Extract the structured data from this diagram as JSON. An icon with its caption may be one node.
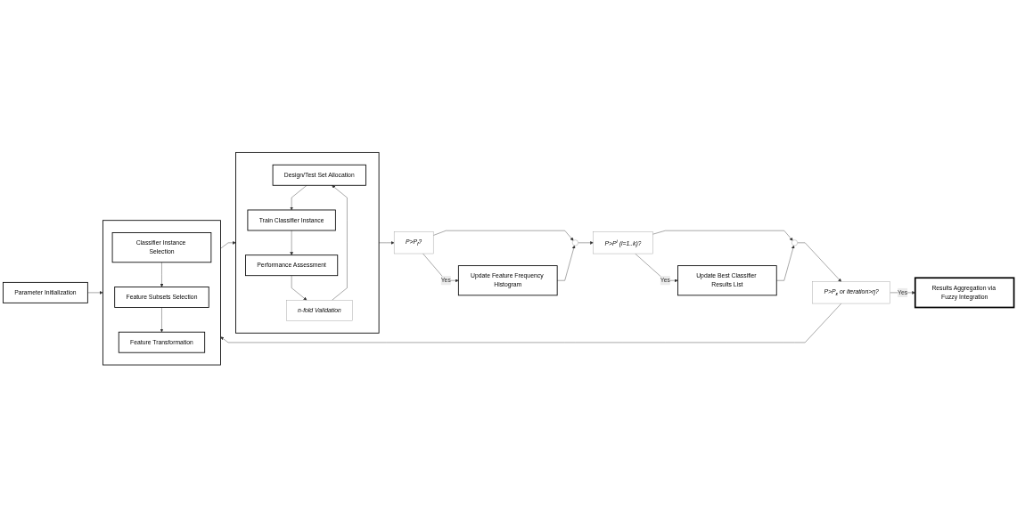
{
  "diagram": {
    "nodes": [
      {
        "text": [
          "Parameter Initialization"
        ]
      },
      {
        "text": [],
        "shape": "box"
      },
      {
        "text": [
          "Classifier Instance Selection"
        ],
        "in": 1
      },
      {
        "text": [
          "Feature Subsets Selection"
        ],
        "in": 1
      },
      {
        "text": [
          "Feature Transformation"
        ],
        "in": 1
      },
      {
        "text": [],
        "shape": "box"
      },
      {
        "text": [
          "Design/Test Set Allocation"
        ],
        "in": 5
      },
      {
        "text": [
          "Train Classifier Instance"
        ],
        "in": 5
      },
      {
        "text": [
          "Performance Assessment"
        ],
        "in": 5
      },
      {
        "text": [
          "n-fold Validation"
        ],
        "in": 5
      },
      {
        "text": [
          "P>P$_{f}$?"
        ]
      },
      {
        "text": [
          "Update Feature Frequency Histogram"
        ]
      },
      {
        "text": [],
        "shape": "circle"
      },
      {
        "text": [
          "P>P$^{i}$ (i=1..k)?"
        ]
      },
      {
        "text": [
          "Update Best Classifier Results List"
        ]
      },
      {
        "text": [],
        "shape": "circle"
      },
      {
        "text": [
          "P>P$_{ε}$ or iteration>η?"
        ]
      },
      {
        "text": [
          "Results Aggregation via Fuzzy Integration"
        ]
      }
    ],
    "edges": [
      {
        "from": 0,
        "to": 1,
        "arrow": "to"
      },
      {
        "from": 2,
        "to": 3,
        "arrow": "to"
      },
      {
        "from": 3,
        "to": 4,
        "arrow": "to"
      },
      {
        "from": 1,
        "to": 5,
        "arrow": "to"
      },
      {
        "from": 6,
        "to": 7,
        "arrow": "to"
      },
      {
        "from": 7,
        "to": 8,
        "arrow": "to"
      },
      {
        "from": 8,
        "to": 9,
        "arrow": "to"
      },
      {
        "from": 9,
        "to": 6,
        "arrow": "to"
      },
      {
        "from": 5,
        "to": 10,
        "arrow": "to"
      },
      {
        "from": 10,
        "to": 11,
        "arrow": "to",
        "label": "Yes"
      },
      {
        "from": 10,
        "to": 12,
        "arrow": "to"
      },
      {
        "from": 11,
        "to": 12,
        "arrow": "to"
      },
      {
        "from": 12,
        "to": 13,
        "arrow": "to"
      },
      {
        "from": 13,
        "to": 14,
        "arrow": "to",
        "label": "Yes"
      },
      {
        "from": 13,
        "to": 15,
        "arrow": "to"
      },
      {
        "from": 14,
        "to": 15,
        "arrow": "to"
      },
      {
        "from": 15,
        "to": 16,
        "arrow": "to"
      },
      {
        "from": 16,
        "to": 17,
        "arrow": "to",
        "label": "Yes"
      },
      {
        "from": 16,
        "to": 1,
        "arrow": "to"
      }
    ]
  }
}
